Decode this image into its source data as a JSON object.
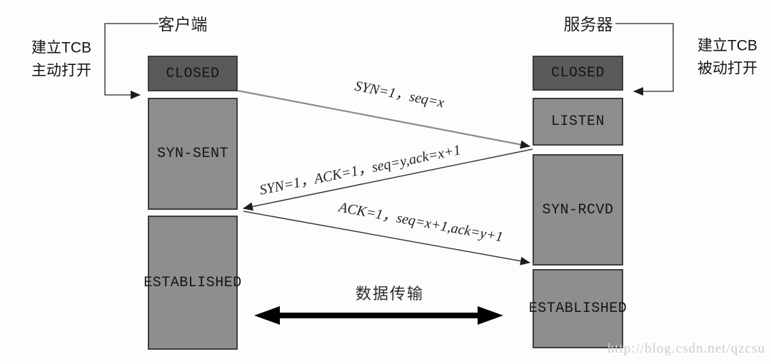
{
  "colors": {
    "bg": "#fdfdfd",
    "box_dark_fill": "#5a5a5a",
    "box_light_fill": "#8e8e8e",
    "box_border": "#3c3c3c",
    "box_text": "#141414",
    "line": "#4a4a4a",
    "syn_line": "#8a8a8a",
    "label_text": "#222222",
    "watermark": "#cbcbcb"
  },
  "client": {
    "title": "客户端",
    "note_line1": "建立TCB",
    "note_line2": "主动打开",
    "states": [
      {
        "label": "CLOSED"
      },
      {
        "label": "SYN-SENT"
      },
      {
        "label": "ESTABLISHED"
      }
    ]
  },
  "server": {
    "title": "服务器",
    "note_line1": "建立TCB",
    "note_line2": "被动打开",
    "states": [
      {
        "label": "CLOSED"
      },
      {
        "label": "LISTEN"
      },
      {
        "label": "SYN-RCVD"
      },
      {
        "label": "ESTABLISHED"
      }
    ]
  },
  "messages": [
    {
      "label": "SYN=1，seq=x"
    },
    {
      "label": "SYN=1，ACK=1，seq=y,ack=x+1"
    },
    {
      "label": "ACK=1，seq=x+1,ack=y+1"
    }
  ],
  "data_transfer_label": "数据传输",
  "watermark": "http://blog.csdn.net/qzcsu"
}
